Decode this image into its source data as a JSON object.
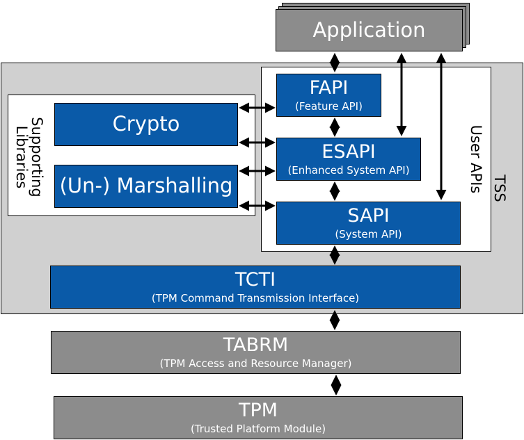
{
  "application": {
    "label": "Application"
  },
  "tss": {
    "label": "TSS"
  },
  "supporting_libraries": {
    "line1": "Supporting",
    "line2": "Libraries"
  },
  "user_apis": {
    "label": "User APIs"
  },
  "crypto": {
    "label": "Crypto"
  },
  "marshalling": {
    "label": "(Un-) Marshalling"
  },
  "fapi": {
    "label": "FAPI",
    "sub": "(Feature API)"
  },
  "esapi": {
    "label": "ESAPI",
    "sub": "(Enhanced System API)"
  },
  "sapi": {
    "label": "SAPI",
    "sub": "(System API)"
  },
  "tcti": {
    "label": "TCTI",
    "sub": "(TPM Command Transmission Interface)"
  },
  "tabrm": {
    "label": "TABRM",
    "sub": "(TPM Access and Resource Manager)"
  },
  "tpm": {
    "label": "TPM",
    "sub": "(Trusted Platform Module)"
  },
  "colors": {
    "blue": "#0a5aa8",
    "gray": "#8c8c8c",
    "tss_bg": "#d0d0d0"
  }
}
